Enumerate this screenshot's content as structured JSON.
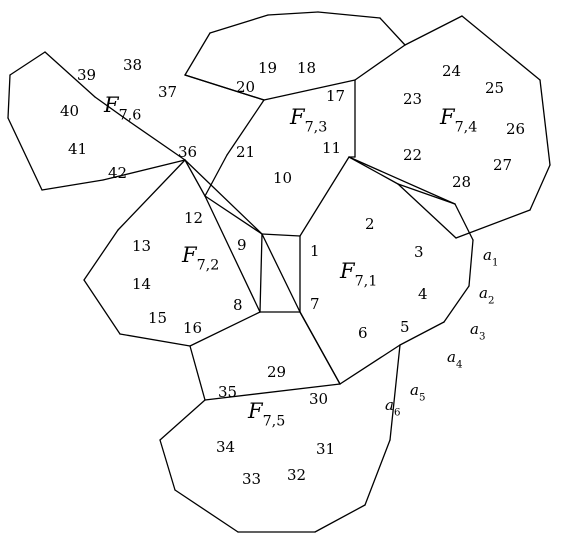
{
  "faces": [
    {
      "id": "F_7_6",
      "base": "F",
      "sub": "7,6"
    },
    {
      "id": "F_7_3",
      "base": "F",
      "sub": "7,3"
    },
    {
      "id": "F_7_4",
      "base": "F",
      "sub": "7,4"
    },
    {
      "id": "F_7_2",
      "base": "F",
      "sub": "7,2"
    },
    {
      "id": "F_7_1",
      "base": "F",
      "sub": "7,1"
    },
    {
      "id": "F_7_5",
      "base": "F",
      "sub": "7,5"
    }
  ],
  "vertex_numbers": [
    "1",
    "2",
    "3",
    "4",
    "5",
    "6",
    "7",
    "8",
    "9",
    "10",
    "11",
    "12",
    "13",
    "14",
    "15",
    "16",
    "17",
    "18",
    "19",
    "20",
    "21",
    "22",
    "23",
    "24",
    "25",
    "26",
    "27",
    "28",
    "29",
    "30",
    "31",
    "32",
    "33",
    "34",
    "35",
    "36",
    "37",
    "38",
    "39",
    "40",
    "41",
    "42"
  ],
  "outer_labels": [
    {
      "base": "a",
      "sub": "1"
    },
    {
      "base": "a",
      "sub": "2"
    },
    {
      "base": "a",
      "sub": "3"
    },
    {
      "base": "a",
      "sub": "4"
    },
    {
      "base": "a",
      "sub": "5"
    },
    {
      "base": "a",
      "sub": "6"
    }
  ]
}
